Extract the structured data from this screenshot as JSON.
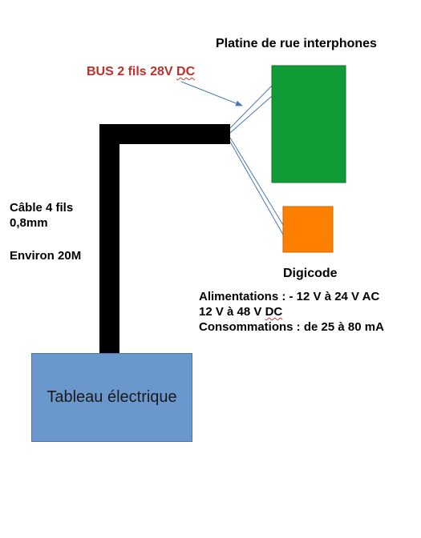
{
  "platine": {
    "title": "Platine de rue interphones"
  },
  "bus": {
    "label_main": "BUS 2 fils 28V ",
    "label_dc": "DC"
  },
  "cable": {
    "line1": "Câble 4 fils",
    "line2": "0,8mm",
    "length": "Environ 20M"
  },
  "digicode": {
    "title": "Digicode"
  },
  "specs": {
    "line1": "Alimentations : - 12 V à 24 V AC",
    "line2_main": "12 V à 48 V ",
    "line2_dc": "DC",
    "line3": "Consommations : de 25 à 80 mA"
  },
  "tableau": {
    "label": "Tableau électrique"
  },
  "colors": {
    "platine_fill": "#109b37",
    "digicode_fill": "#ff7f00",
    "tableau_fill": "#6b98cc",
    "cable": "#000000",
    "wires": "#4a77b4",
    "bus_text": "#c0302a"
  }
}
